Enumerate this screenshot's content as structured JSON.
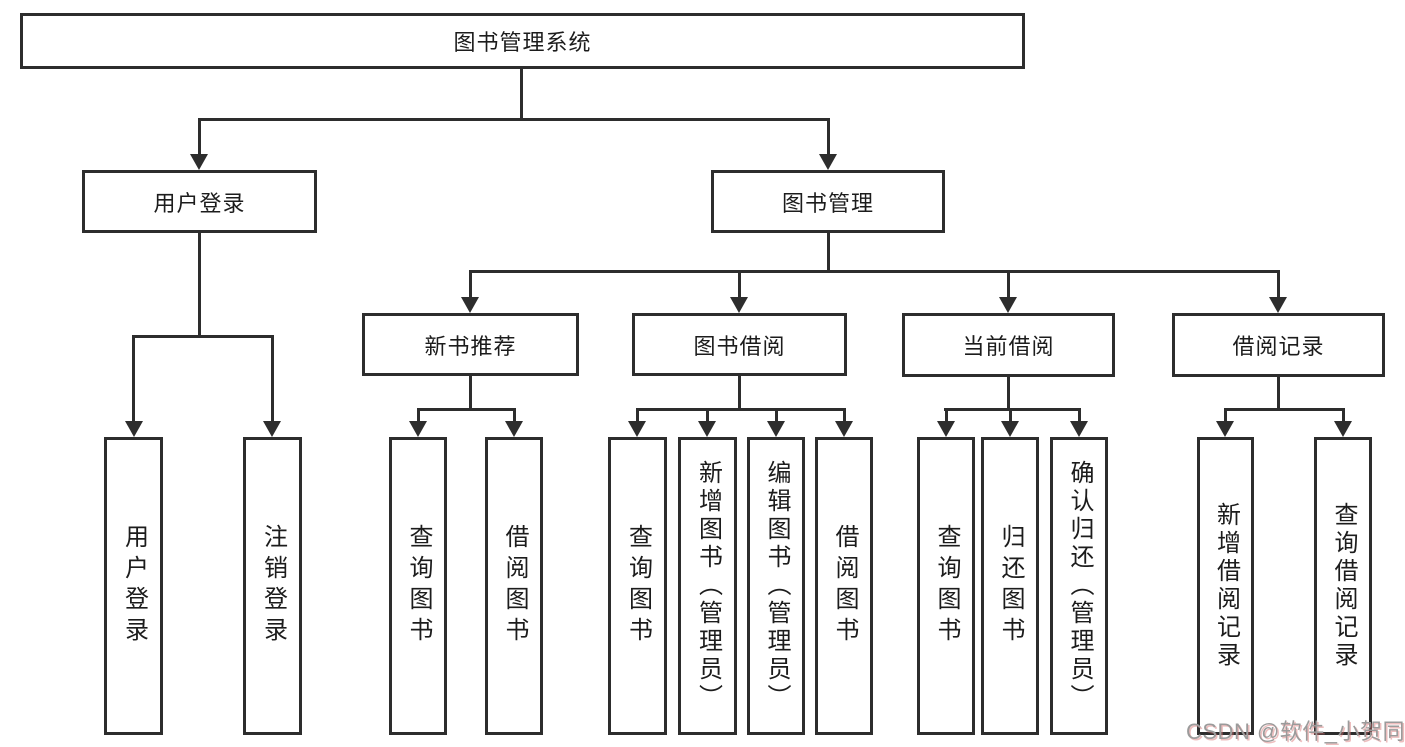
{
  "diagram": {
    "nodes": {
      "root": "图书管理系统",
      "user_login": "用户登录",
      "book_mgmt": "图书管理",
      "new_book_rec": "新书推荐",
      "book_borrow": "图书借阅",
      "current_borrow": "当前借阅",
      "borrow_records": "借阅记录",
      "ul_user_login": "用户登录",
      "ul_logout": "注销登录",
      "nbr_query_books": "查询图书",
      "nbr_borrow_books": "借阅图书",
      "bb_query_books": "查询图书",
      "bb_add_books_admin": "新增图书（管理员）",
      "bb_edit_books_admin": "编辑图书（管理员）",
      "bb_borrow_books": "借阅图书",
      "cb_query_books": "查询图书",
      "cb_return_books": "归还图书",
      "cb_confirm_return_admin": "确认归还（管理员）",
      "br_add_record": "新增借阅记录",
      "br_query_record": "查询借阅记录"
    }
  },
  "watermark": {
    "text": "CSDN @软件_小贺同学"
  },
  "colors": {
    "line": "#2d2d2d",
    "ink": "#1c1c1c",
    "bg": "#ffffff",
    "watermark": "#9b9b9b"
  }
}
